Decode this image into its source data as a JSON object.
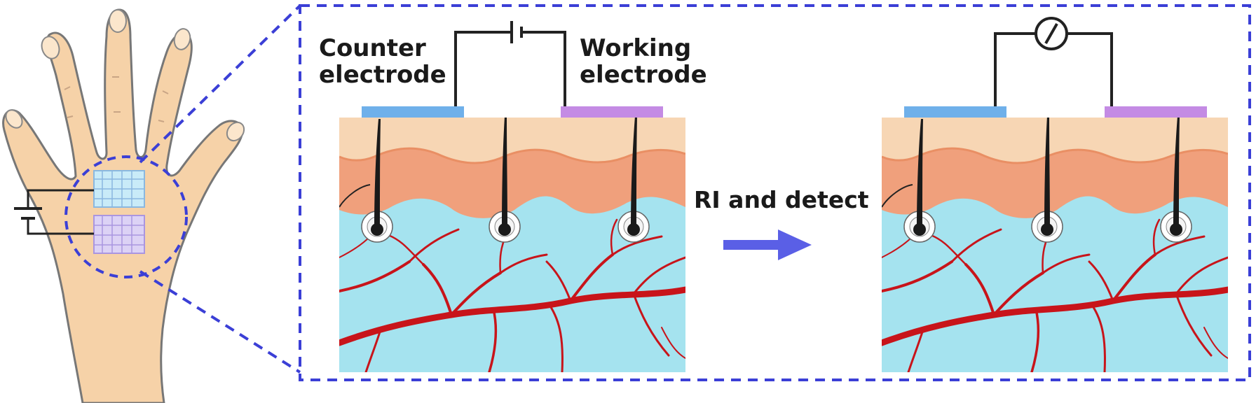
{
  "labels": {
    "counter_electrode": "Counter\nelectrode",
    "working_electrode": "Working\nelectrode",
    "process_step": "RI and detect"
  },
  "colors": {
    "border_dash": "#3b3fd6",
    "arrow": "#5a5fe6",
    "counter_pad": "#6fb0ea",
    "working_pad": "#c48be4",
    "epidermis": "#f7d6b4",
    "dermis": "#f0a07c",
    "tissue": "#a5e3ef",
    "vessel": "#c8141a",
    "hand": "#f6d2a8",
    "wire": "#222222"
  },
  "icons": {
    "dc_source": "battery-icon",
    "meter": "ammeter-icon",
    "direction": "right-arrow-icon"
  }
}
